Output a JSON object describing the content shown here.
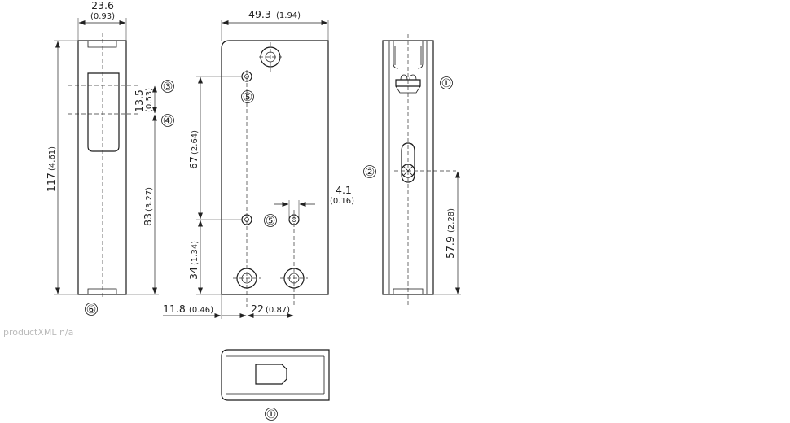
{
  "footer": {
    "text": "productXML n/a"
  },
  "callouts": {
    "c1": "①",
    "c2": "②",
    "c3": "③",
    "c4": "④",
    "c5": "⑤",
    "c6": "⑥"
  },
  "dims": {
    "width_left": "23.6",
    "width_left_in": "(0.93)",
    "width_front": "49.3",
    "width_front_in": "(1.94)",
    "height_total": "117",
    "height_total_in": "(4.61)",
    "gap": "13.5",
    "gap_in": "(0.53)",
    "slot_height": "83",
    "slot_height_in": "(3.27)",
    "hole_spacing": "67",
    "hole_spacing_in": "(2.64)",
    "hole_bottom": "34",
    "hole_bottom_in": "(1.34)",
    "hole_offset": "4.1",
    "hole_offset_in": "(0.16)",
    "left_edge": "11.8",
    "left_edge_in": "(0.46)",
    "hole_pitch": "22",
    "hole_pitch_in": "(0.87)",
    "side_height": "57.9",
    "side_height_in": "(2.28)"
  }
}
